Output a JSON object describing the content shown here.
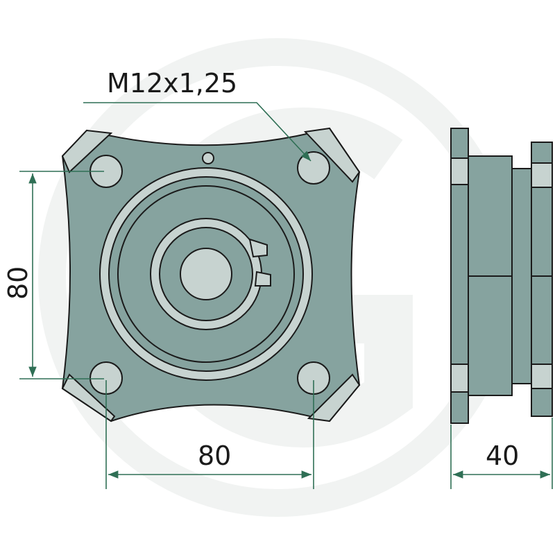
{
  "thread_label": "M12x1,25",
  "dimensions": {
    "vertical_spacing": "80",
    "horizontal_spacing": "80",
    "side_width": "40"
  },
  "colors": {
    "part_fill": "#86a39f",
    "part_highlight": "#c7d3d0",
    "dimension_line": "#2f6f55",
    "watermark": "#f1f3f2"
  }
}
